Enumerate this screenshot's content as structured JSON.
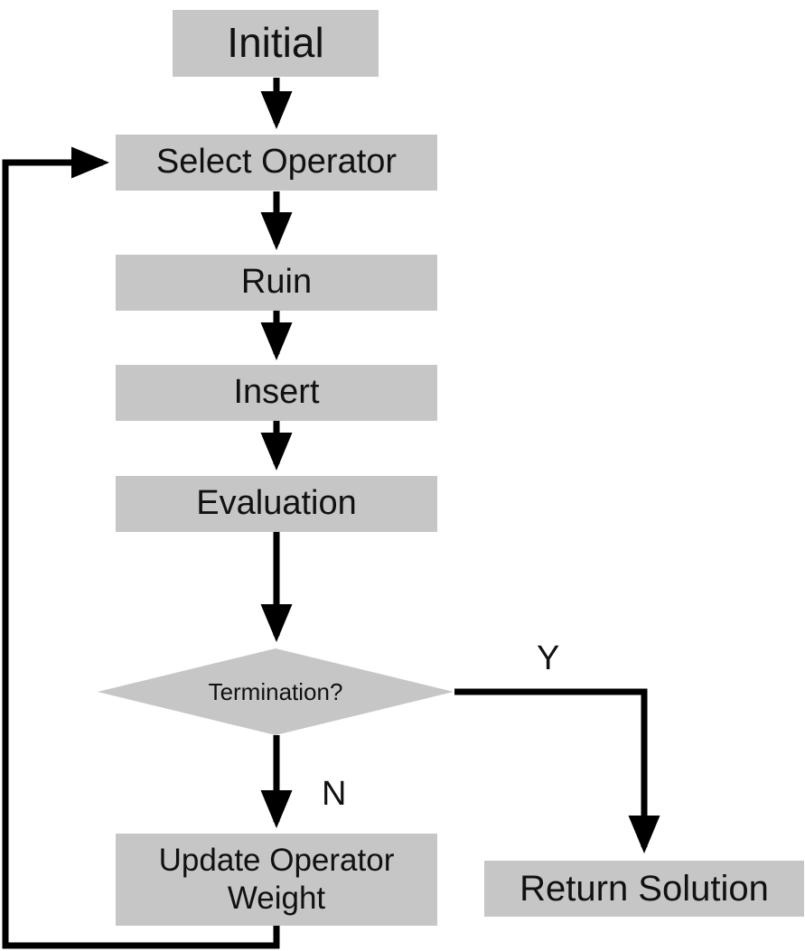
{
  "flowchart": {
    "nodes": {
      "initial": "Initial",
      "select_operator": "Select Operator",
      "ruin": "Ruin",
      "insert": "Insert",
      "evaluation": "Evaluation",
      "termination": "Termination?",
      "update_line1": "Update Operator",
      "update_line2": "Weight",
      "return_solution": "Return Solution"
    },
    "branches": {
      "yes": "Y",
      "no": "N"
    }
  },
  "colors": {
    "box_fill": "#c6c6c6",
    "line": "#000000",
    "text": "#111111"
  }
}
